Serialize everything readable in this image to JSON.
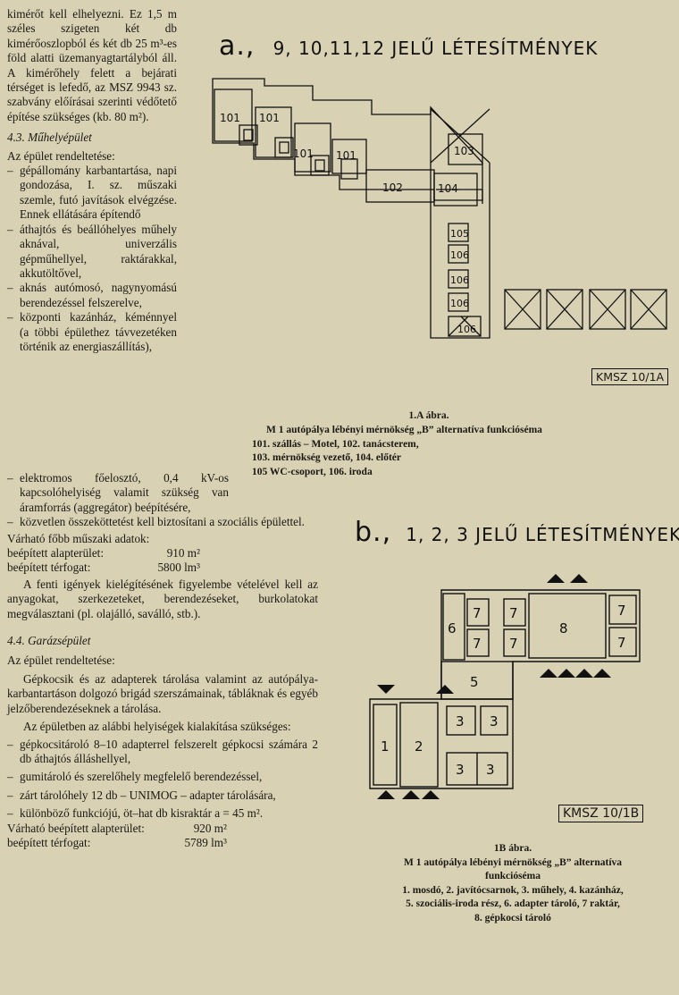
{
  "left_top": {
    "intro": "kimérőt kell elhelyezni. Ez 1,5 m széles szigeten két db kimérőoszlopból és két db 25 m³-es föld alatti üzemanyagtartályból áll. A kimérőhely felett a bejárati térséget is lefedő, az MSZ 9943 sz. szabvány előírásai szerinti védőtető építése szükséges (kb. 80 m²).",
    "section_heading": "4.3. Műhelyépület",
    "purpose_label": "Az épület rendeltetése:",
    "items": [
      "gépállomány karbantartása, napi gondozása, I. sz. műszaki szemle, futó javítások elvégzése. Ennek ellátására építendő",
      "áthajtós és beállóhelyes műhely aknával, univerzális gépműhellyel, raktárakkal, akkutöltővel,",
      "aknás autómosó, nagynyomású berendezéssel felszerelve,",
      "központi kazánház, kéménnyel (a többi épülethez távvezetéken történik az energiaszállítás),"
    ]
  },
  "left_bottom": {
    "items": [
      "elektromos főelosztó, 0,4 kV-os kapcsolóhelyiség valamit szükség van áramforrás (aggregátor) beépítésére,",
      "közvetlen összeköttetést kell biztosítani a szociális épülettel."
    ],
    "tech_label": "Várható főbb műszaki adatok:",
    "area_label": "beépített alapterület:",
    "area_value": "910 m²",
    "volume_label": "beépített térfogat:",
    "volume_value": "5800 lm³",
    "para": "A fenti igények kielégítésének figyelembe vételével kell az anyagokat, szerkezeteket, berendezéseket, burkolatokat megválasztani (pl. olajálló, saválló, stb.).",
    "section_heading": "4.4. Garázsépület",
    "purpose_label": "Az épület rendeltetése:",
    "para2": "Gépkocsik és az adapterek tárolása valamint az autópálya-karbantartáson dolgozó brigád szerszámainak, tábláknak és egyéb jelzőberendezéseknek a tárolása.",
    "para3": "Az épületben az alábbi helyiségek kialakítása szükséges:",
    "items2": [
      "gépkocsitároló 8–10 adapterrel felszerelt gépkocsi számára 2 db áthajtós álláshellyel,",
      "gumitároló és szerelőhely megfelelő berendezéssel,",
      "zárt tárolóhely 12 db – UNIMOG – adapter tárolására,",
      "különböző funkciójú, öt–hat db kisraktár a = 45 m²."
    ],
    "area2_label": "Várható beépített alapterület:",
    "area2_value": "920 m²",
    "volume2_label": "beépített térfogat:",
    "volume2_value": "5789 lm³"
  },
  "figure_a": {
    "title_letter": "a.,",
    "title_text": "9, 10,11,12 JELŰ LÉTESÍTMÉNYEK",
    "code": "KMSZ 10/1A",
    "rooms": {
      "r101": "101",
      "r102": "102",
      "r103": "103",
      "r104": "104",
      "r105": "105",
      "r106": "106"
    },
    "caption": {
      "title": "1.A ábra.",
      "line1": "M 1 autópálya lébényi mérnökség „B” alternatíva funkcióséma",
      "line2": "101. szállás – Motel, 102. tanácsterem,",
      "line3": "103. mérnökség vezető, 104. előtér",
      "line4": "105 WC-csoport, 106. iroda"
    }
  },
  "figure_b": {
    "title_letter": "b.,",
    "title_text": "1, 2, 3 JELŰ LÉTESÍTMÉNYEK",
    "code": "KMSZ 10/1B",
    "rooms": {
      "r1": "1",
      "r2": "2",
      "r3": "3",
      "r5": "5",
      "r6": "6",
      "r7": "7",
      "r8": "8"
    },
    "caption": {
      "title": "1B ábra.",
      "line1": "M 1 autópálya lébényi mérnökség „B” alternatíva",
      "line2": "funkcióséma",
      "line3": "1. mosdó, 2. javítócsarnok, 3. műhely, 4. kazánház,",
      "line4": "5. szociális-iroda rész, 6. adapter tároló, 7 raktár,",
      "line5": "8. gépkocsi tároló"
    }
  }
}
